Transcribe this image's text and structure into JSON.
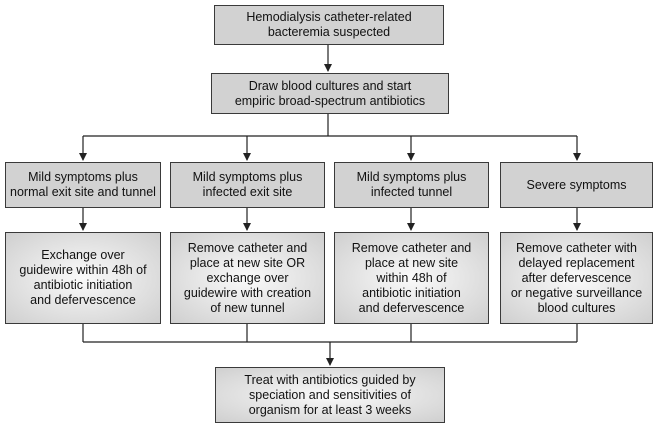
{
  "diagram": {
    "start": "Hemodialysis catheter-related\nbacteremia suspected",
    "initial_action": "Draw blood cultures and start\nempiric broad-spectrum antibiotics",
    "branches": [
      {
        "condition": "Mild symptoms plus\nnormal exit site and tunnel",
        "management": "Exchange over\nguidewire within 48h of\nantibiotic initiation\nand defervescence"
      },
      {
        "condition": "Mild symptoms plus\ninfected exit site",
        "management": "Remove catheter and\nplace at new site OR\nexchange over\nguidewire with creation\nof new tunnel"
      },
      {
        "condition": "Mild symptoms plus\ninfected tunnel",
        "management": "Remove catheter and\nplace at new site\nwithin 48h of\nantibiotic initiation\nand defervescence"
      },
      {
        "condition": "Severe symptoms",
        "management": "Remove catheter with\ndelayed replacement\nafter defervescence\nor negative surveillance\nblood cultures"
      }
    ],
    "final": "Treat with antibiotics guided by\nspeciation and sensitivities of\norganism for at least 3 weeks"
  }
}
